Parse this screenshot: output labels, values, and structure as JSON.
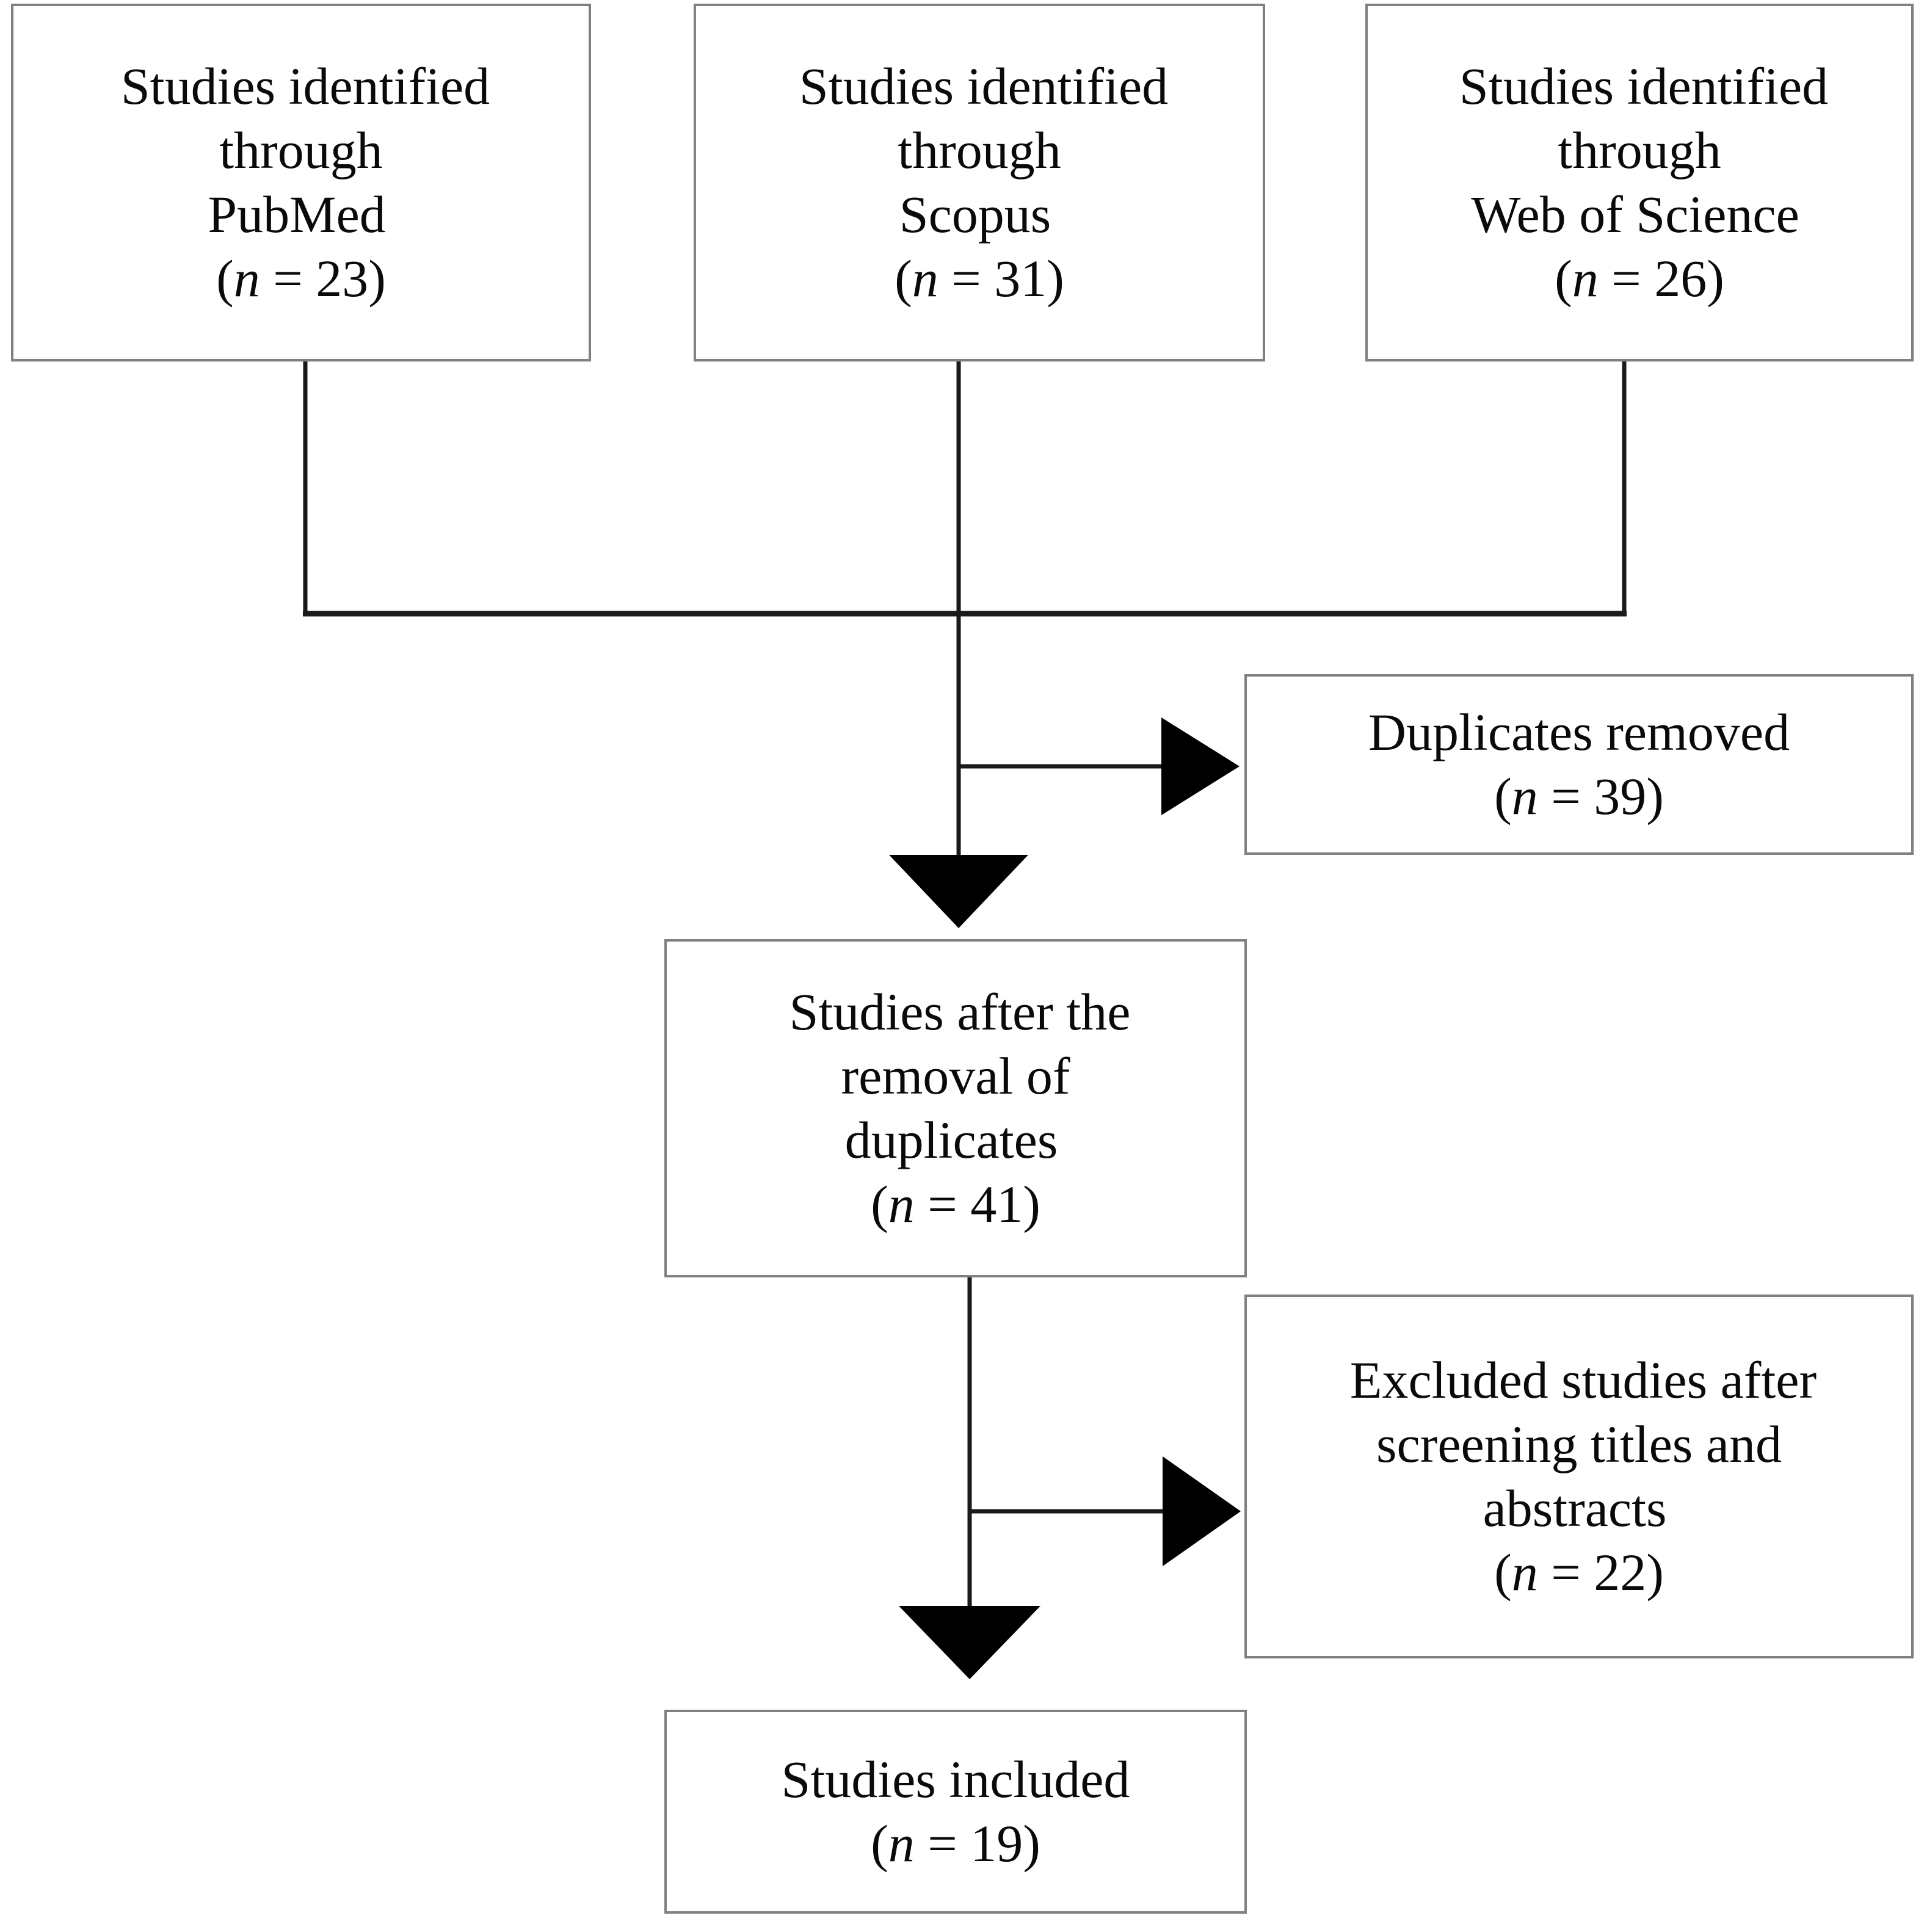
{
  "diagram": {
    "type": "prisma-flow-diagram",
    "title": "PRISMA study selection flow diagram",
    "colors": {
      "box_border": "#808080",
      "connector": "#1a1a1a",
      "background": "#ffffff",
      "text": "#0a0a0a"
    },
    "nodes": [
      {
        "id": "pubmed",
        "label": "Studies identified\nthrough\nPubMed",
        "count_label": "(n = 23)",
        "n_symbol": "n",
        "n_value": 23
      },
      {
        "id": "scopus",
        "label": "Studies identified\nthrough\nScopus",
        "count_label": "(n = 31)",
        "n_symbol": "n",
        "n_value": 31
      },
      {
        "id": "wos",
        "label": "Studies identified\nthrough\nWeb of Science",
        "count_label": "(n = 26)",
        "n_symbol": "n",
        "n_value": 26
      },
      {
        "id": "duplicates",
        "label": "Duplicates removed",
        "count_label": "(n = 39)",
        "n_symbol": "n",
        "n_value": 39
      },
      {
        "id": "after-duplicates",
        "label": "Studies after the\nremoval of\nduplicates",
        "count_label": "(n = 41)",
        "n_symbol": "n",
        "n_value": 41
      },
      {
        "id": "excluded",
        "label": "Excluded studies after\nscreening titles and\nabstracts",
        "count_label": "(n = 22)",
        "n_symbol": "n",
        "n_value": 22
      },
      {
        "id": "included",
        "label": "Studies included",
        "count_label": "(n = 19)",
        "n_symbol": "n",
        "n_value": 19
      }
    ],
    "edges": [
      {
        "from": "pubmed",
        "to": "after-duplicates",
        "style": "elbow-merge"
      },
      {
        "from": "scopus",
        "to": "after-duplicates",
        "style": "straight"
      },
      {
        "from": "wos",
        "to": "after-duplicates",
        "style": "elbow-merge"
      },
      {
        "from": "merge",
        "to": "duplicates",
        "style": "arrow-right"
      },
      {
        "from": "merge",
        "to": "after-duplicates",
        "style": "arrow-down"
      },
      {
        "from": "after-duplicates",
        "to": "excluded",
        "style": "arrow-right"
      },
      {
        "from": "after-duplicates",
        "to": "included",
        "style": "arrow-down"
      }
    ]
  }
}
